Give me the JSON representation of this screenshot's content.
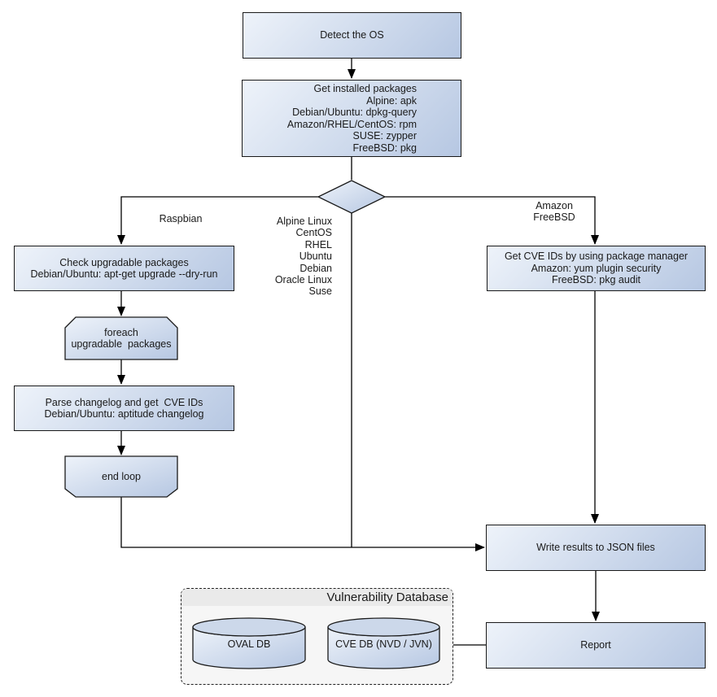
{
  "nodes": {
    "detect_os": {
      "label": "Detect the OS"
    },
    "get_installed_packages": {
      "label": "Get installed packages\nAlpine: apk\nDebian/Ubuntu: dpkg-query\nAmazon/RHEL/CentOS: rpm\nSUSE: zypper\nFreeBSD: pkg"
    },
    "check_upgradable": {
      "label": "Check upgradable packages\nDebian/Ubuntu: apt-get upgrade --dry-run"
    },
    "foreach_loop": {
      "label": "foreach\nupgradable  packages"
    },
    "parse_changelog": {
      "label": "Parse changelog and get  CVE IDs\nDebian/Ubuntu: aptitude changelog"
    },
    "end_loop": {
      "label": "end loop"
    },
    "get_cve_ids": {
      "label": "Get CVE IDs by using package manager\nAmazon: yum plugin security\nFreeBSD: pkg audit"
    },
    "write_results": {
      "label": "Write results to JSON files"
    },
    "report": {
      "label": "Report"
    },
    "oval_db": {
      "label": "OVAL DB"
    },
    "cve_db": {
      "label": "CVE DB (NVD / JVN)"
    },
    "vulnerability_database": {
      "title": "Vulnerability Database"
    }
  },
  "edge_labels": {
    "raspbian": "Raspbian",
    "amazon_freebsd": "Amazon\nFreeBSD",
    "os_direct_list": "Alpine Linux\nCentOS\nRHEL\nUbuntu\nDebian\nOracle Linux\nSuse"
  },
  "colors": {
    "node_gradient_start": "#eef3fa",
    "node_gradient_end": "#b6c7e2",
    "cylinder_top_fill": "#ccd8ea",
    "shape_outline": "#1a1a1a",
    "container_bg": "#f6f6f6",
    "container_titlebar_bg": "#eaeaea",
    "text": "#1a1a1a"
  }
}
